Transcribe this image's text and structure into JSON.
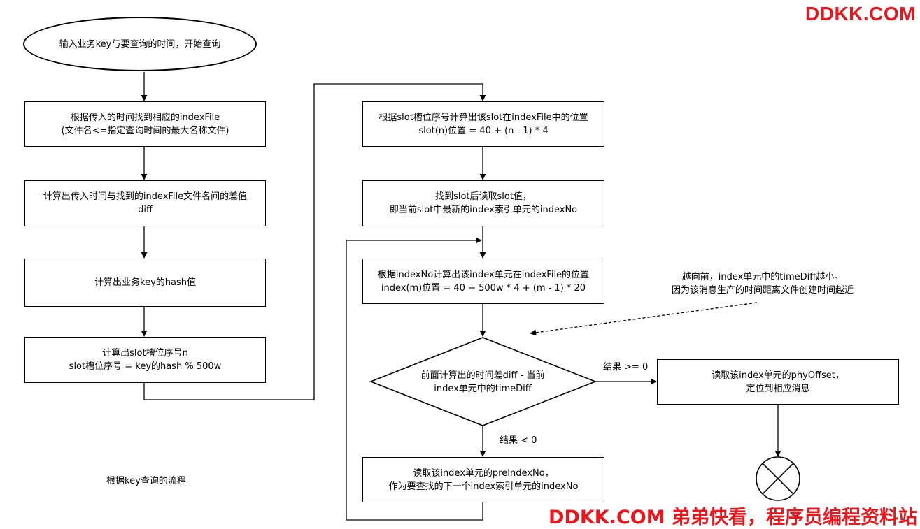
{
  "start": {
    "text": "输入业务key与要查询的时间，开始查询"
  },
  "left_steps": [
    {
      "lines": [
        "根据传入的时间找到相应的indexFile",
        "(文件名<=指定查询时间的最大名称文件)"
      ]
    },
    {
      "lines": [
        "计算出传入时间与找到的indexFile文件名间的差值",
        "diff"
      ]
    },
    {
      "lines": [
        "计算出业务key的hash值"
      ]
    },
    {
      "lines": [
        "计算出slot槽位序号n",
        "slot槽位序号 = key的hash % 500w"
      ]
    }
  ],
  "mid_steps": [
    {
      "lines": [
        "根据slot槽位序号计算出该slot在indexFile中的位置",
        "slot(n)位置 = 40 + (n - 1) * 4"
      ]
    },
    {
      "lines": [
        "找到slot后读取slot值，",
        "即当前slot中最新的index索引单元的indexNo"
      ]
    },
    {
      "lines": [
        "根据indexNo计算出该index单元在indexFile的位置",
        "index(m)位置 = 40 + 500w * 4 + (m - 1) * 20"
      ]
    }
  ],
  "decision": {
    "lines": [
      "前面计算出的时间差diff - 当前",
      "index单元中的timeDiff"
    ]
  },
  "edge_labels": {
    "yes": "结果 >= 0",
    "no": "结果 < 0"
  },
  "result_box": {
    "lines": [
      "读取该index单元的phyOffset，",
      "定位到相应消息"
    ]
  },
  "next_box": {
    "lines": [
      "读取该index单元的preIndexNo，",
      "作为要查找的下一个index索引单元的indexNo"
    ]
  },
  "note": {
    "lines": [
      "越向前，index单元中的timeDiff越小。",
      "因为该消息生产的时间距离文件创建时间越近"
    ]
  },
  "caption": "根据key查询的流程",
  "watermark": {
    "top": "DDKK.COM",
    "bottom": "DDKK.COM 弟弟快看，程序员编程资料站",
    "color": "#e8171d"
  }
}
